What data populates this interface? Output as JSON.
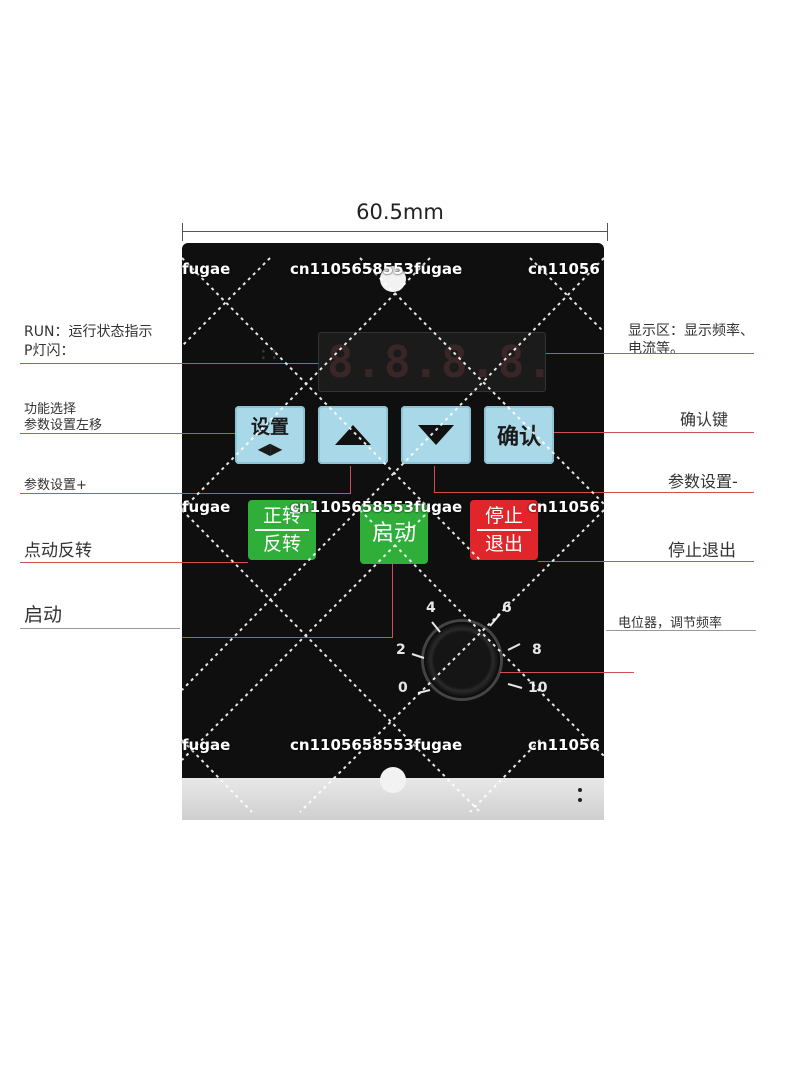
{
  "dimension": {
    "label": "60.5mm"
  },
  "display": {
    "digits": [
      "8.",
      "8.",
      "8.",
      "8."
    ],
    "run_led_text": "::"
  },
  "buttons": {
    "set": {
      "label": "设置",
      "arrows": "◀▶"
    },
    "up": {
      "icon": "up-triangle-icon"
    },
    "down": {
      "icon": "down-triangle-icon"
    },
    "confirm": {
      "label": "确认"
    },
    "fwd_rev": {
      "top": "正转",
      "bottom": "反转"
    },
    "start": {
      "label": "启动"
    },
    "stop": {
      "top": "停止",
      "bottom": "退出"
    }
  },
  "knob_scale": {
    "marks": [
      "0",
      "2",
      "4",
      "6",
      "8",
      "10"
    ]
  },
  "annotations": {
    "left": {
      "run_line1": "RUN：运行状态指示",
      "run_line2": "P灯闪：",
      "func_line1": "功能选择",
      "func_line2": "参数设置左移",
      "param_up": "参数设置+",
      "jog_reverse": "点动反转",
      "start": "启动"
    },
    "right": {
      "display_line1": "显示区：显示频率、",
      "display_line2": "电流等。",
      "confirm_key": "确认键",
      "param_down": "参数设置-",
      "stop_exit": "停止退出",
      "pot": "电位器，调节频率"
    }
  },
  "watermark": {
    "text": "cn1105658553fugae",
    "left_partial": "fugae",
    "right_partial": "cn11056"
  },
  "colors": {
    "panel": "#0f0f0f",
    "blue_key": "#a9d8e8",
    "green_key": "#2fae3a",
    "red_key": "#e0262a",
    "leader_red": "#d05050"
  }
}
